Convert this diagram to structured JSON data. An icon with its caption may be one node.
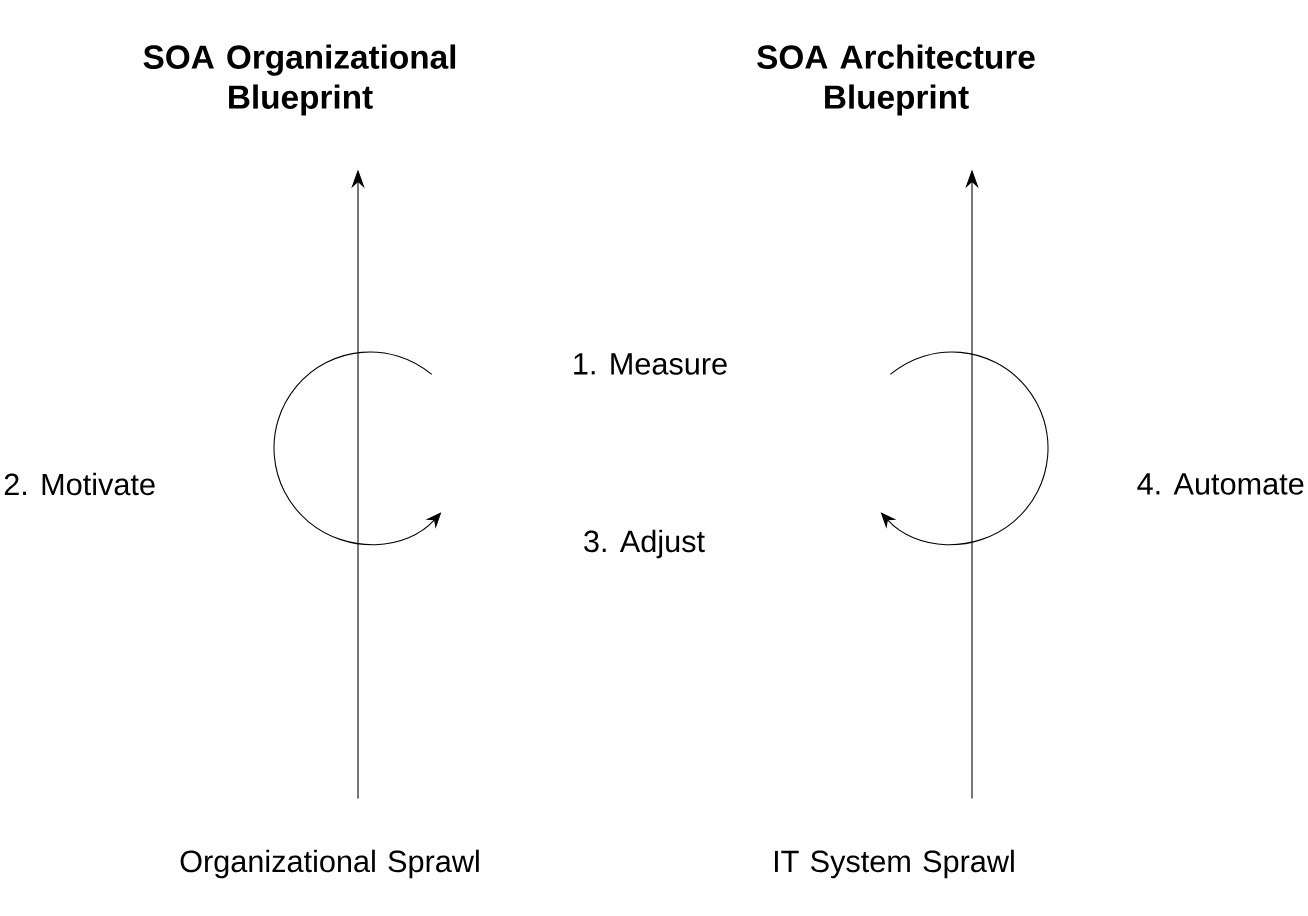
{
  "diagram": {
    "nodes": [
      {
        "text": [
          "Organizational Sprawl"
        ]
      },
      {
        "text": [
          "SOA Organizational Blueprint"
        ]
      },
      {
        "text": [
          "IT System Sprawl"
        ]
      },
      {
        "text": [
          "SOA Architecture Blueprint"
        ]
      }
    ],
    "edges": [
      {
        "from": 0,
        "to": 1,
        "arrow": "to"
      },
      {
        "from": 2,
        "to": 3,
        "arrow": "to"
      }
    ],
    "labels": [
      "1. Measure",
      "2. Motivate",
      "3. Adjust",
      "4. Automate"
    ]
  }
}
